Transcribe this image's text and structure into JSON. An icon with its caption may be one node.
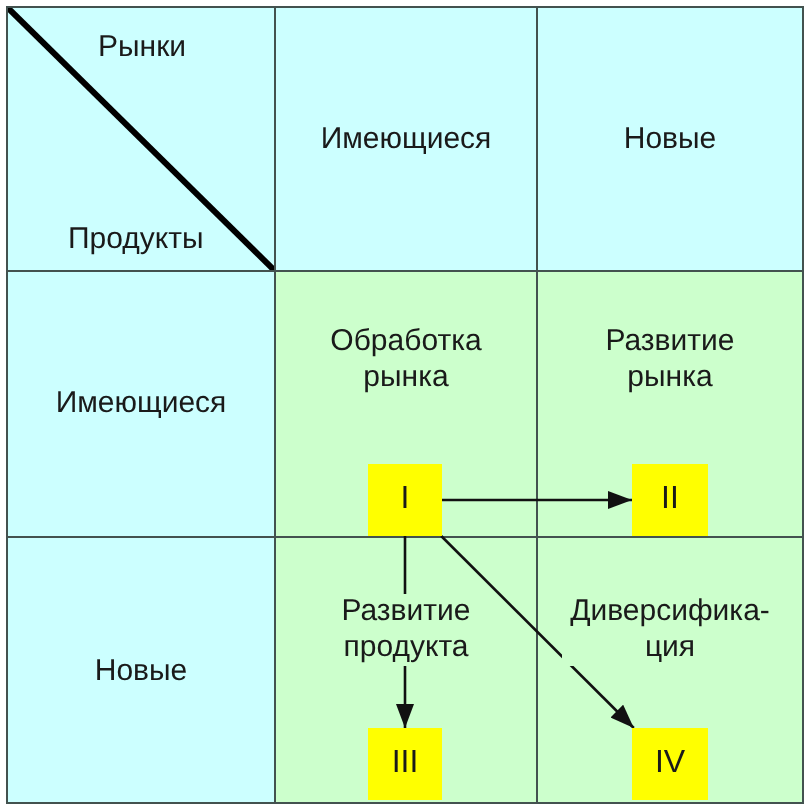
{
  "diagram": {
    "nodes": [
      {
        "text": [
          "Рынки",
          "Продукты"
        ]
      },
      {
        "text": [
          "Имеющиеся"
        ]
      },
      {
        "text": [
          "Новые"
        ]
      },
      {
        "text": [
          "Имеющиеся"
        ]
      },
      {
        "text": [
          "Обработка рынка"
        ]
      },
      {
        "text": [
          "Развитие рынка"
        ]
      },
      {
        "text": [
          "Новые"
        ]
      },
      {
        "text": [
          "Развитие продукта"
        ]
      },
      {
        "text": [
          "Диверсифика-ция"
        ]
      },
      {
        "text": [
          "I"
        ],
        "in": 4
      },
      {
        "text": [
          "II"
        ],
        "in": 5
      },
      {
        "text": [
          "III"
        ],
        "in": 7
      },
      {
        "text": [
          "IV"
        ],
        "in": 8
      }
    ],
    "edges": [
      {
        "from": 9,
        "to": 10,
        "arrow": "to"
      },
      {
        "from": 9,
        "to": 11,
        "arrow": "to"
      },
      {
        "from": 9,
        "to": 12,
        "arrow": "to"
      }
    ]
  }
}
